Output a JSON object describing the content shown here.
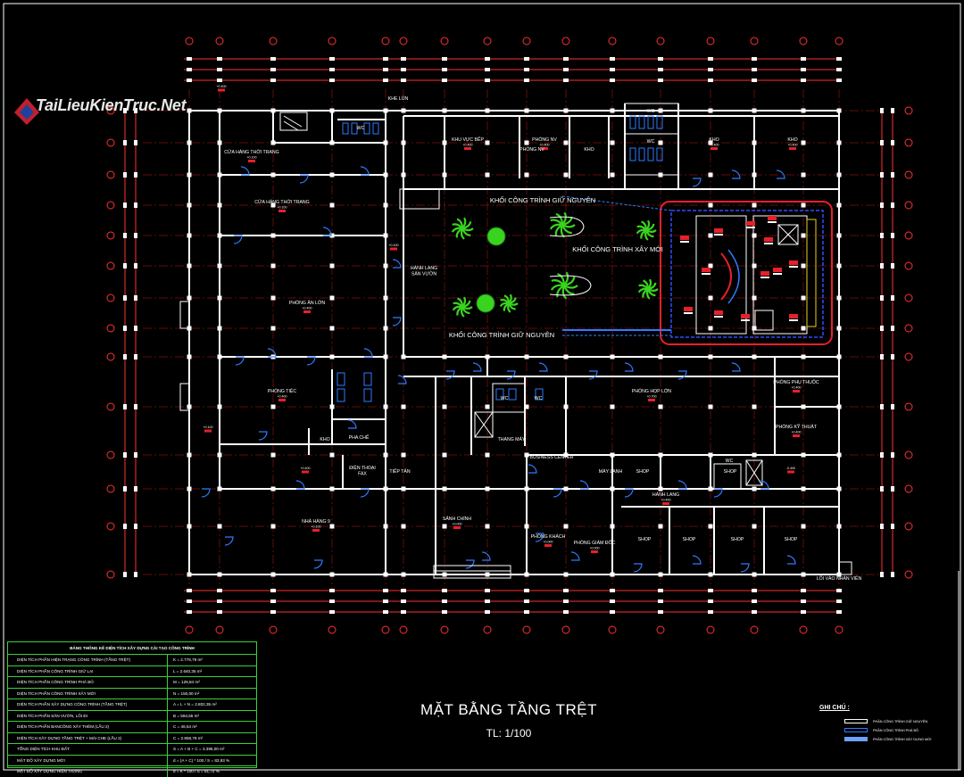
{
  "drawing": {
    "title": "MẶT BẰNG TẦNG TRỆT",
    "scale": "TL: 1/100",
    "watermark": "TaiLieuKienTruc.Net",
    "colors": {
      "background": "#000000",
      "wall": "#ffffff",
      "grid": "#ff2020",
      "dimension": "#ff3030",
      "door": "#2d7bff",
      "new_block": "#e8202a",
      "plant": "#39d41f",
      "table_border": "#3ccf3c"
    }
  },
  "rooms": [
    {
      "name": "KHE LÚN",
      "level": ""
    },
    {
      "name": "WC",
      "level": ""
    },
    {
      "name": "KHU VỰC BẾP",
      "level": "+0.400"
    },
    {
      "name": "PHÒNG NV",
      "level": "+0.400"
    },
    {
      "name": "PHÒNG NV",
      "level": ""
    },
    {
      "name": "KHO",
      "level": ""
    },
    {
      "name": "WC",
      "level": ""
    },
    {
      "name": "WC",
      "level": ""
    },
    {
      "name": "KHO",
      "level": "+0.400"
    },
    {
      "name": "KHO",
      "level": "+0.400"
    },
    {
      "name": "CỬA HÀNG THỜI TRANG",
      "level": "+0.100"
    },
    {
      "name": "CỬA HÀNG THỜI TRANG",
      "level": "+0.100"
    },
    {
      "name": "KHỐI CÔNG TRÌNH GIỮ NGUYÊN",
      "level": ""
    },
    {
      "name": "KHỐI CÔNG TRÌNH XÂY MỚI",
      "level": ""
    },
    {
      "name": "HÀNH LANG SÂN VƯỜN",
      "level": ""
    },
    {
      "name": "PHÒNG ĂN LỚN",
      "level": "+0.400"
    },
    {
      "name": "KHỐI CÔNG TRÌNH GIỮ NGUYÊN",
      "level": ""
    },
    {
      "name": "PHÒNG TIỆC",
      "level": "+0.400"
    },
    {
      "name": "KHO",
      "level": ""
    },
    {
      "name": "PHA CHẾ",
      "level": ""
    },
    {
      "name": "WC",
      "level": ""
    },
    {
      "name": "WC",
      "level": ""
    },
    {
      "name": "THANG MÁY",
      "level": ""
    },
    {
      "name": "PHÒNG HỌP LỚN",
      "level": "+0.700"
    },
    {
      "name": "PHÒNG PHỤ THUỘC",
      "level": "+0.400"
    },
    {
      "name": "PHÒNG KỸ THUẬT",
      "level": "+0.400"
    },
    {
      "name": "BUSINESS CENTER",
      "level": ""
    },
    {
      "name": "ĐIỆN THOẠI FAX",
      "level": ""
    },
    {
      "name": "TIẾP TÂN",
      "level": ""
    },
    {
      "name": "MÁY LẠNH",
      "level": ""
    },
    {
      "name": "SHOP",
      "level": ""
    },
    {
      "name": "SHOP",
      "level": ""
    },
    {
      "name": "WC",
      "level": ""
    },
    {
      "name": "HÀNH LANG",
      "level": "+0.400"
    },
    {
      "name": "NHÀ HÀNG 9",
      "level": "+0.100"
    },
    {
      "name": "SẢNH CHÍNH",
      "level": "+0.000"
    },
    {
      "name": "PHÒNG KHÁCH",
      "level": "+0.000"
    },
    {
      "name": "PHÒNG GIÁM ĐỐC",
      "level": "+0.000"
    },
    {
      "name": "SHOP",
      "level": ""
    },
    {
      "name": "SHOP",
      "level": ""
    },
    {
      "name": "SHOP",
      "level": ""
    },
    {
      "name": "SHOP",
      "level": ""
    },
    {
      "name": "LỐI VÀO NHÂN VIÊN",
      "level": ""
    }
  ],
  "levels": [
    "+0.400",
    "+0.100",
    "+0.100",
    "+0.400",
    "-0.400"
  ],
  "area_table": {
    "title": "BẢNG THỐNG KÊ DIỆN TÍCH XÂY DỰNG CẢI TẠO CÔNG TRÌNH",
    "rows": [
      {
        "label": "DIỆN TÍCH PHẦN HIỆN TRẠNG CÔNG TRÌNH (TẦNG TRỆT)",
        "value": "K = 2.778,79 m²"
      },
      {
        "label": "DIỆN TÍCH PHẦN CÔNG TRÌNH GIỮ LẠI",
        "value": "L = 2.640,35 m²"
      },
      {
        "label": "DIỆN TÍCH PHẦN CÔNG TRÌNH PHÁ BỎ",
        "value": "M = 129,84 m²"
      },
      {
        "label": "DIỆN TÍCH PHẦN CÔNG TRÌNH XÂY MỚI",
        "value": "N = 150,00 m²"
      },
      {
        "label": "DIỆN TÍCH PHẦN XÂY DỰNG CÔNG TRÌNH (TẦNG TRỆT)",
        "value": "A = L + N = 2.802,35 m²"
      },
      {
        "label": "DIỆN TÍCH PHẦN SÂN VƯỜN, LỐI ĐI",
        "value": "B = 594,55 m²"
      },
      {
        "label": "DIỆN TÍCH PHẦN BANCÔNG XÂY THÊM (LẦU 2)",
        "value": "C = 46,54 m²"
      },
      {
        "label": "DIỆN TÍCH XÂY DỰNG TẦNG TRỆT + MÁI CHE (LẦU 2)",
        "value": "C = 2.858,79 m²"
      },
      {
        "label": "TỔNG DIỆN TÍCH KHU ĐẤT",
        "value": "S = A + B + C = 3.396,00 m²"
      },
      {
        "label": "MẬT ĐỘ XÂY DỰNG MỚI",
        "value": "d = (A + C) * 100 / S = 83,93 %"
      },
      {
        "label": "MẬT ĐỘ XÂY DỰNG HIỆN TRẠNG",
        "value": "d = K * 100 / S = 81,72 %"
      }
    ]
  },
  "legend": {
    "title": "GHI CHÚ :",
    "items": [
      {
        "label": "PHẦN CÔNG TRÌNH GIỮ NGUYÊN",
        "color": "#ffffff"
      },
      {
        "label": "PHẦN CÔNG TRÌNH PHÁ BỎ",
        "color": "#2d7bff"
      },
      {
        "label": "PHẦN CÔNG TRÌNH XÂY DỰNG MỚI",
        "color": "#6fa0ff"
      }
    ]
  }
}
